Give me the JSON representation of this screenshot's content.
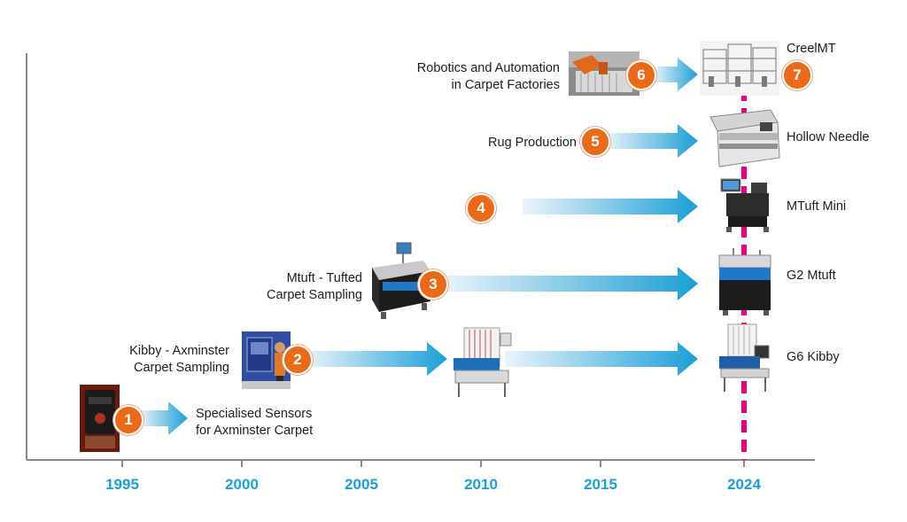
{
  "colors": {
    "axis": "#8a8a8a",
    "year_text": "#1a9fd6",
    "badge": "#ea6a1a",
    "arrow_start": "#eaf4fb",
    "arrow_end": "#1a9fd6",
    "dashed_line": "#e6007e"
  },
  "years": [
    "1995",
    "2000",
    "2005",
    "2010",
    "2015",
    "2024"
  ],
  "milestones": [
    {
      "number": "1",
      "label_lines": [
        "Specialised Sensors",
        "for Axminster Carpet"
      ]
    },
    {
      "number": "2",
      "label_lines": [
        "Kibby - Axminster",
        "Carpet Sampling"
      ]
    },
    {
      "number": "3",
      "label_lines": [
        "Mtuft - Tufted",
        "Carpet Sampling"
      ]
    },
    {
      "number": "4",
      "label_lines": []
    },
    {
      "number": "5",
      "label_lines": [
        "Rug Production"
      ]
    },
    {
      "number": "6",
      "label_lines": [
        "Robotics and Automation",
        "in Carpet Factories"
      ]
    },
    {
      "number": "7",
      "label_lines": []
    }
  ],
  "products": [
    {
      "name": "CreelMT",
      "photo_icon": "creel-machine-icon"
    },
    {
      "name": "Hollow Needle",
      "photo_icon": "hollow-needle-machine-icon"
    },
    {
      "name": "MTuft Mini",
      "photo_icon": "mtuft-mini-machine-icon"
    },
    {
      "name": "G2 Mtuft",
      "photo_icon": "g2-mtuft-machine-icon"
    },
    {
      "name": "G6 Kibby",
      "photo_icon": "g6-kibby-machine-icon"
    }
  ],
  "photos": {
    "sensor": "sensor-photo-icon",
    "kibby_operator": "kibby-operator-photo-icon",
    "mtuft_machine": "mtuft-machine-photo-icon",
    "kibby_2010": "kibby-2010-machine-icon",
    "robot_arm": "robot-arm-photo-icon"
  }
}
